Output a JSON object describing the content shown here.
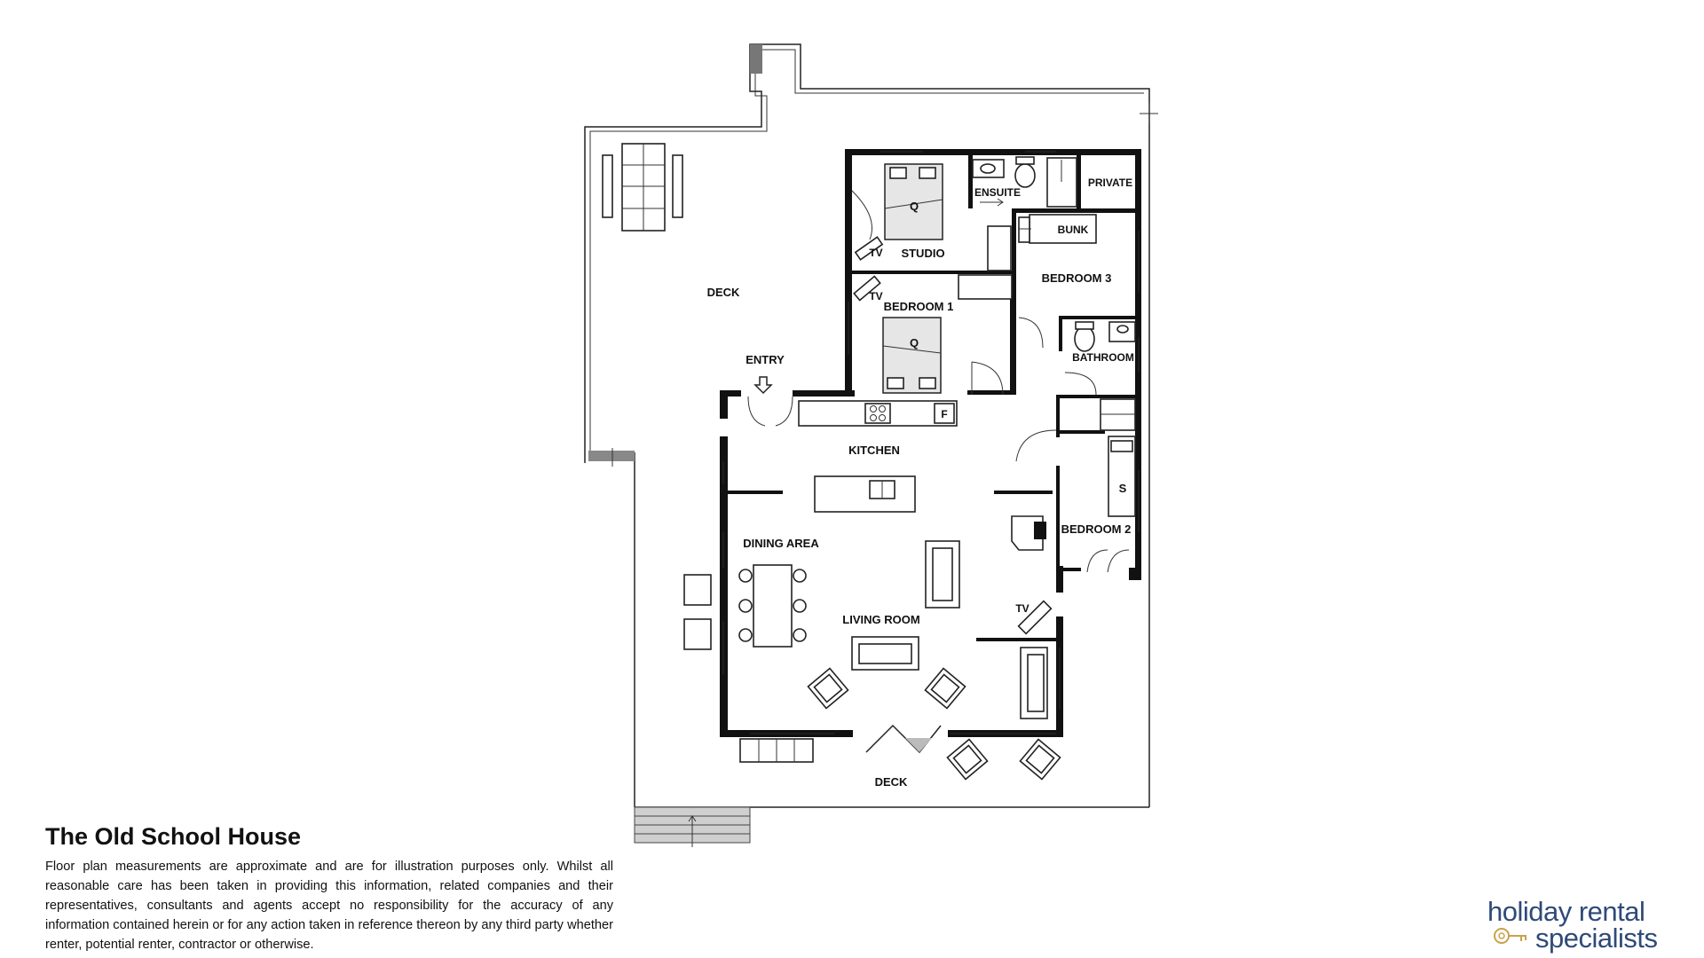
{
  "title": "The Old School House",
  "disclaimer": "Floor plan measurements are approximate and are for illustration purposes only. Whilst all reasonable care has been taken in providing this information, related companies and their representatives, consultants and agents accept no responsibility for the accuracy of any information contained herein or for any action taken in reference thereon by any third party whether renter, potential renter, contractor or otherwise.",
  "logo": {
    "line1": "holiday rental",
    "line2": "specialists",
    "color": "#2f4a78",
    "accent": "#c9a24b"
  },
  "rooms": {
    "deck_top": "DECK",
    "entry": "ENTRY",
    "studio": "STUDIO",
    "ensuite": "ENSUITE",
    "private": "PRIVATE",
    "bunk": "BUNK",
    "bedroom3": "BEDROOM 3",
    "bedroom1": "BEDROOM 1",
    "bathroom": "BATHROOM",
    "kitchen": "KITCHEN",
    "dining": "DINING AREA",
    "bedroom2": "BEDROOM 2",
    "living": "LIVING ROOM",
    "deck_bottom": "DECK"
  },
  "fixtures": {
    "bed_queen_studio": "Q",
    "bed_queen_bedroom1": "Q",
    "bed_single_bedroom2": "S",
    "tv_studio": "TV",
    "tv_bedroom1": "TV",
    "tv_living": "TV",
    "fridge": "F"
  }
}
